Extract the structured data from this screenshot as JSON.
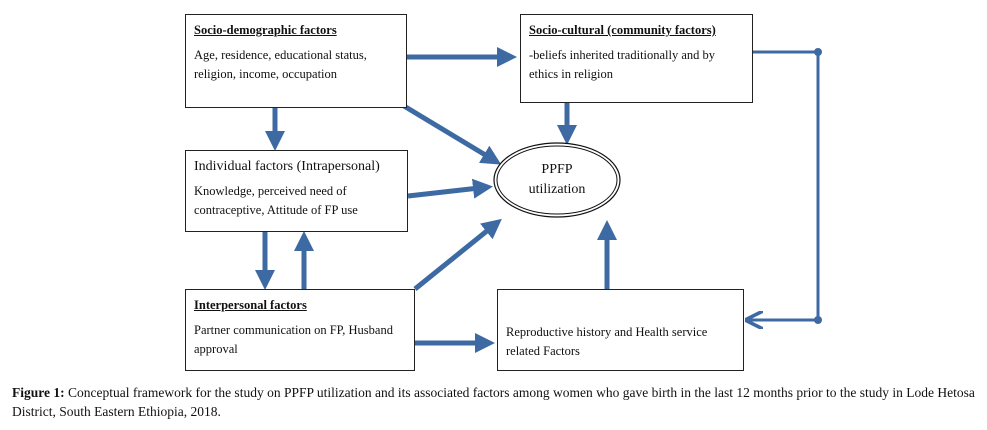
{
  "boxes": {
    "socio_demographic": {
      "title": "Socio-demographic  factors",
      "body": "Age, residence, educational status, religion, income,  occupation"
    },
    "socio_cultural": {
      "title": "Socio-cultural  (community  factors)",
      "body": "-beliefs inherited traditionally and by ethics in religion"
    },
    "individual": {
      "title": "Individual factors (Intrapersonal)",
      "body": "Knowledge, perceived need of contraceptive,  Attitude of FP use"
    },
    "interpersonal": {
      "title": "Interpersonal  factors",
      "body": "Partner communication  on FP, Husband approval"
    },
    "reproductive": {
      "body": "Reproductive history and Health service related Factors"
    }
  },
  "outcome": {
    "line1": "PPFP",
    "line2": "utilization"
  },
  "caption": {
    "label": "Figure 1:",
    "text": " Conceptual framework for the study on PPFP utilization and its associated factors among women who gave birth in the last 12 months prior to the study in Lode Hetosa District, South Eastern Ethiopia, 2018."
  },
  "colors": {
    "arrow": "#3e6aa3",
    "arrow_edge": "#24456e"
  }
}
